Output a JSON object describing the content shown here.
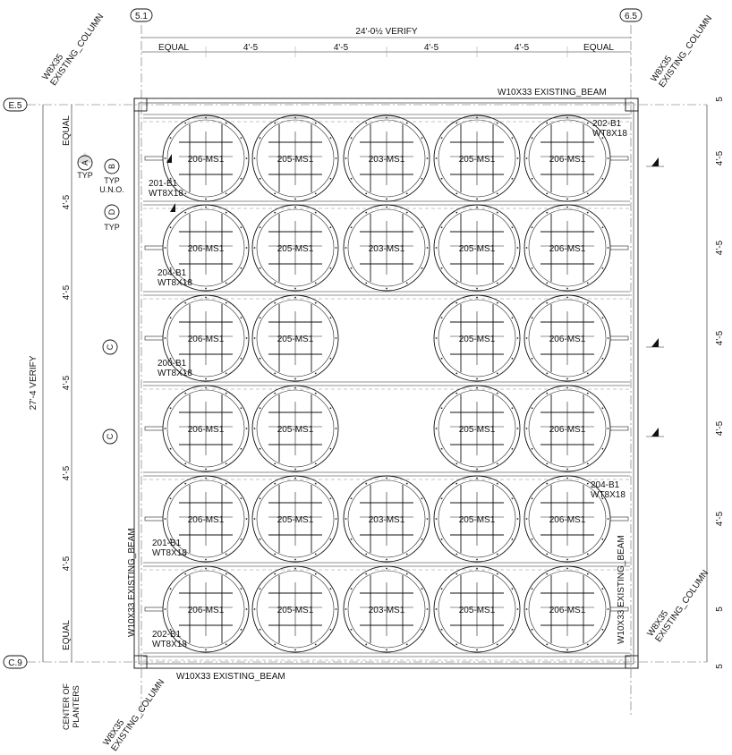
{
  "grid": {
    "top_left": "5.1",
    "top_right": "6.5",
    "left_top": "E.5",
    "left_bottom": "C.9"
  },
  "dims": {
    "overall_width": "24'-0½  VERIFY",
    "top_segments": [
      "EQUAL",
      "4'-5",
      "4'-5",
      "4'-5",
      "4'-5",
      "EQUAL"
    ],
    "overall_height": "27'-4  VERIFY",
    "left_segments": [
      "EQUAL",
      "4'-5",
      "4'-5",
      "4'-5",
      "4'-5",
      "4'-5",
      "EQUAL"
    ],
    "right_segments": [
      "5",
      "4'-5",
      "4'-5",
      "4'-5",
      "4'-5",
      "4'-5",
      "5"
    ],
    "center_of_planters": "CENTER OF PLANTERS"
  },
  "structure": {
    "beam_top": "W10X33  EXISTING_BEAM",
    "beam_bottom": "W10X33  EXISTING_BEAM",
    "beam_left": "W10X33  EXISTING_BEAM",
    "beam_right": "W10X33  EXISTING_BEAM",
    "column_tl": "W8X35\nEXISTING_COLUMN",
    "column_tr": "W8X35\nEXISTING_COLUMN",
    "column_br": "W8X35\nEXISTING_COLUMN",
    "column_bl": "W8X35\nEXISTING_COLUMN"
  },
  "planter_rows": [
    [
      "206-MS1",
      "205-MS1",
      "203-MS1",
      "205-MS1",
      "206-MS1"
    ],
    [
      "206-MS1",
      "205-MS1",
      "203-MS1",
      "205-MS1",
      "206-MS1"
    ],
    [
      "206-MS1",
      "205-MS1",
      "",
      "205-MS1",
      "206-MS1"
    ],
    [
      "206-MS1",
      "205-MS1",
      "",
      "205-MS1",
      "206-MS1"
    ],
    [
      "206-MS1",
      "205-MS1",
      "203-MS1",
      "205-MS1",
      "206-MS1"
    ],
    [
      "206-MS1",
      "205-MS1",
      "203-MS1",
      "205-MS1",
      "206-MS1"
    ]
  ],
  "beam_labels": [
    {
      "mark": "202-B1",
      "size": "WT8X18",
      "side": "right",
      "row": 0
    },
    {
      "mark": "201-B1",
      "size": "WT8X18",
      "side": "left",
      "row": 1
    },
    {
      "mark": "204-B1",
      "size": "WT8X18",
      "side": "left",
      "row": 2
    },
    {
      "mark": "200-B1",
      "size": "WT8X18",
      "side": "left",
      "row": 3
    },
    {
      "mark": "204-B1",
      "size": "WT8X18",
      "side": "right",
      "row": 4
    },
    {
      "mark": "201-B1",
      "size": "WT8X18",
      "side": "left",
      "row": 5
    },
    {
      "mark": "202-B1",
      "size": "WT8X18",
      "side": "left",
      "row": 6
    }
  ],
  "sections": {
    "a": "A",
    "b": "B",
    "d": "D",
    "c": "C",
    "typ": "TYP",
    "typ_uno": "TYP\nU.N.O."
  }
}
